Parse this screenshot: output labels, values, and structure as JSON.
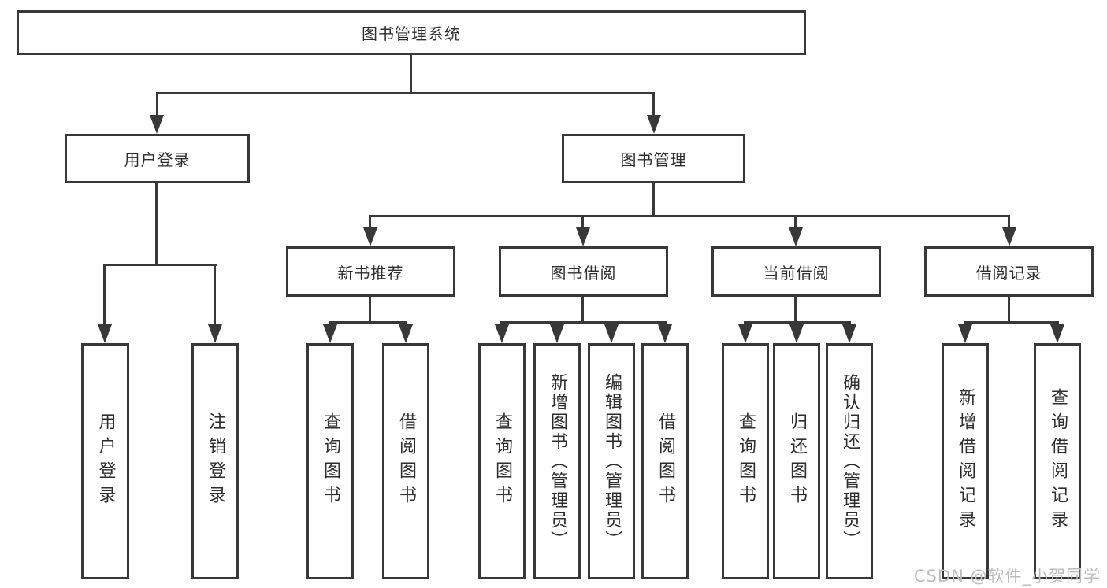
{
  "diagram": {
    "type": "tree",
    "root": {
      "label": "图书管理系统"
    },
    "branches": [
      {
        "label": "用户登录",
        "children": [
          {
            "label": "用户登录"
          },
          {
            "label": "注销登录"
          }
        ]
      },
      {
        "label": "图书管理",
        "children": [
          {
            "label": "新书推荐",
            "children": [
              {
                "label": "查询图书"
              },
              {
                "label": "借阅图书"
              }
            ]
          },
          {
            "label": "图书借阅",
            "children": [
              {
                "label": "查询图书"
              },
              {
                "label": "新增图书（管理员）"
              },
              {
                "label": "编辑图书（管理员）"
              },
              {
                "label": "借阅图书"
              }
            ]
          },
          {
            "label": "当前借阅",
            "children": [
              {
                "label": "查询图书"
              },
              {
                "label": "归还图书"
              },
              {
                "label": "确认归还（管理员）"
              }
            ]
          },
          {
            "label": "借阅记录",
            "children": [
              {
                "label": "新增借阅记录"
              },
              {
                "label": "查询借阅记录"
              }
            ]
          }
        ]
      }
    ],
    "watermark": "CSDN @软件_小贺同学",
    "colors": {
      "line": "#383838",
      "text": "#2e2e2e",
      "watermark": "#bdbdbd",
      "background": "#ffffff"
    }
  }
}
